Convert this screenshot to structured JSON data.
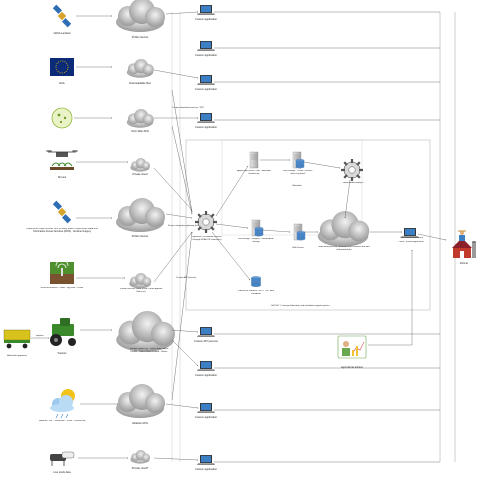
{
  "sources": [
    {
      "label": "NASA Landsat",
      "icon": "satellite-icon"
    },
    {
      "label": "ESA",
      "icon": "eu-flag-icon"
    },
    {
      "label": "",
      "icon": "soil-sample-icon"
    },
    {
      "label": "Drones",
      "icon": "drone-icon"
    },
    {
      "label": "Copernicus Open Access Hub (CSAR) and/or Copernicus Data and Information Access Services (DIAS) - Sentinel imagery",
      "icon": "satellite-icon"
    },
    {
      "label": "Ground sensors - Field - Agrimet - Other",
      "icon": "ground-sensor-icon"
    },
    {
      "label": "Tractors",
      "icon": "tractor-icon"
    },
    {
      "label": "Weather - Air - Wind/rain - Frost - Cloud/Hail",
      "icon": "weather-icon"
    },
    {
      "label": "Live stock data",
      "icon": "livestock-icon"
    }
  ],
  "attached_equipment": "Attached equipment",
  "implements": "Implem.",
  "clouds": [
    "Public internet",
    "Downloadable files",
    "OGC Web APIs",
    "Private cloud",
    "Public internet",
    "Private services cloud (Field Cloud, Agrimet Sense.io)",
    "Vendor clouds e.g. - John Deere - Agco - Trimble - Other - New Holland - Others",
    "Weather APIs",
    "Private cloud?"
  ],
  "custom_apps": [
    "Custom application",
    "Custom application",
    "Custom application",
    "Custom application",
    "Custom API (secure)",
    "Custom application",
    "Custom application",
    "Custom application"
  ],
  "edge_labels": {
    "custom_download": "Custom download services / FTP",
    "device_gateway": "Device integration gateway (IoT)",
    "custom_api": "Custom API (secure)"
  },
  "core": {
    "processor": "Ingestion (Via multiple sources through GDAL/OS connector)",
    "app_server": "Application server / files - Available formats.zip",
    "data_storage": "Data storage - Vector - Raster - other, big data?",
    "file_storage": "File storage - Imagery - Intermediate storage",
    "metadata": "Metadata",
    "web_server": "Web Server",
    "analytics": "Value-added analysis",
    "publish": "Publish on common OGC® / IoT data standards",
    "multi_tenant": "Multi-tenant private cloud (for both in-house and with federated data)",
    "federation_label": "OGC/IoT ® storage federation and metadata support system"
  },
  "client": {
    "app": "Client / In-field application",
    "farmer": "Farmer",
    "user_data": "User Connected Device"
  },
  "advisor": "Agricultural advisor"
}
